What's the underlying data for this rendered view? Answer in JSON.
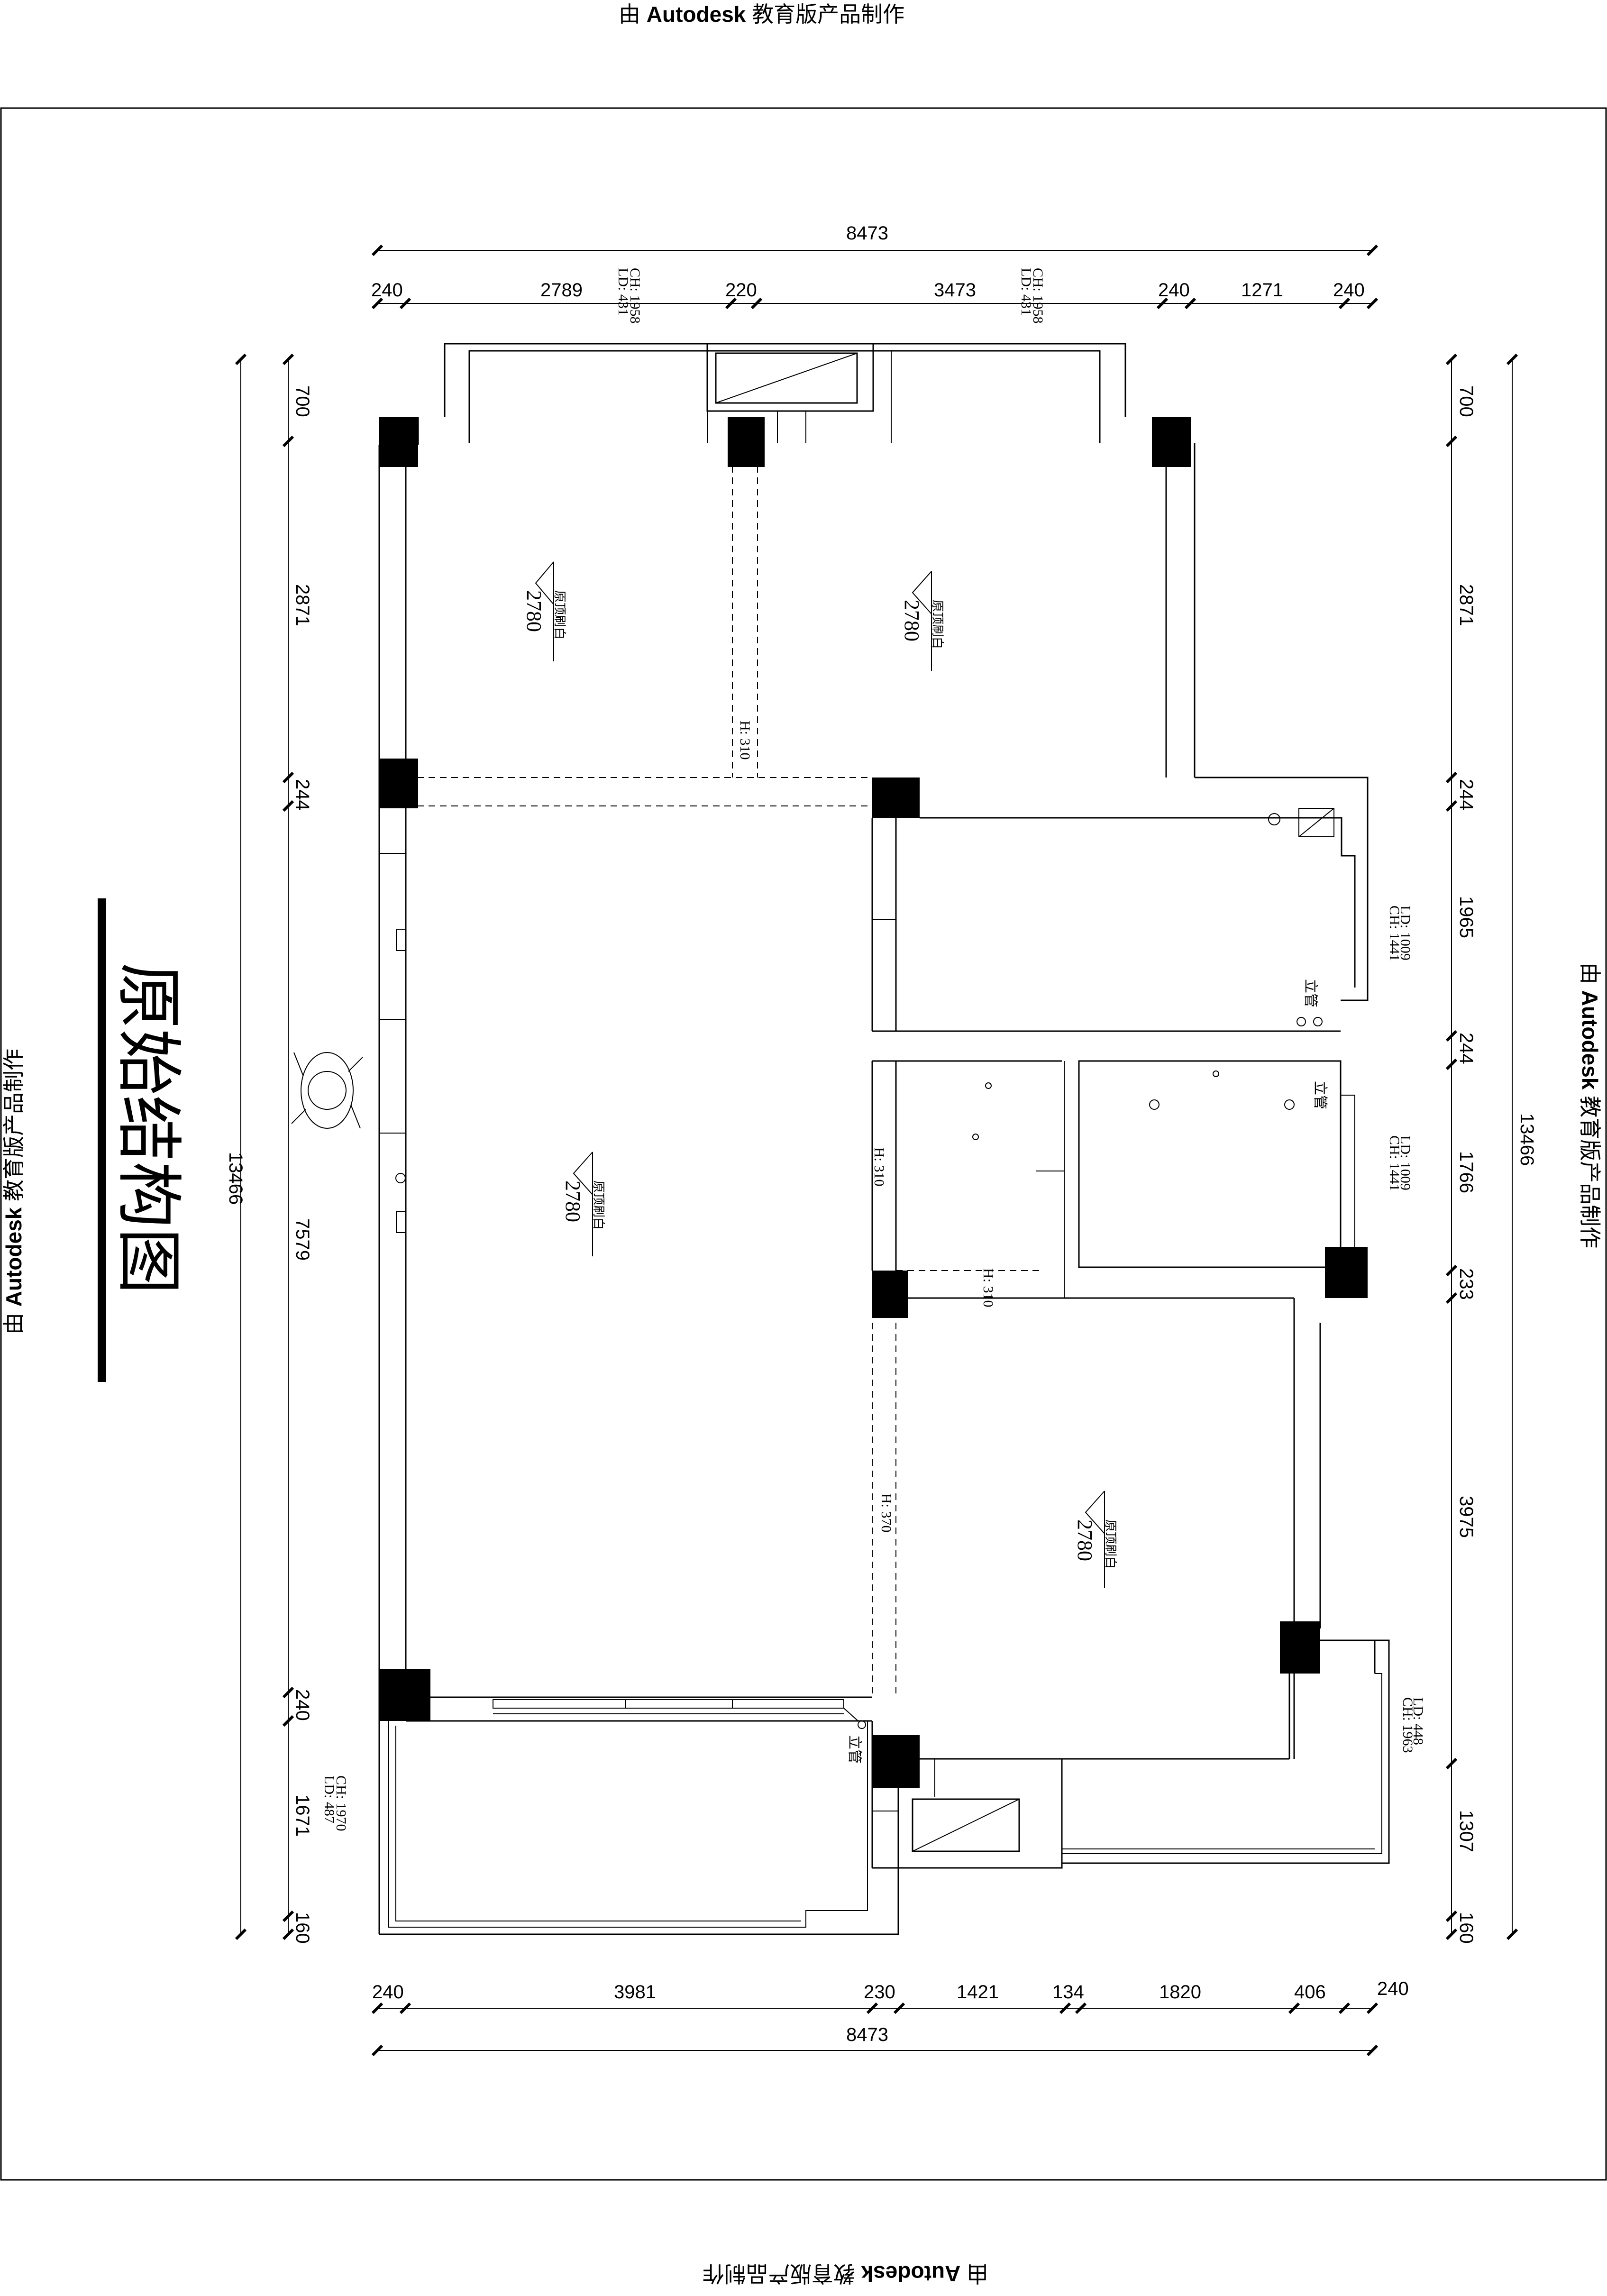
{
  "watermark": {
    "prefix": "由",
    "brand": "Autodesk",
    "suffix": "教育版产品制作"
  },
  "title": "原始结构图",
  "dims": {
    "top_total": "8473",
    "top": [
      "240",
      "2789",
      "220",
      "3473",
      "240",
      "1271",
      "240"
    ],
    "bottom_total": "8473",
    "bottom": [
      "240",
      "3981",
      "230",
      "1421",
      "134",
      "1820",
      "406",
      "240"
    ],
    "left_total": "13466",
    "left": [
      "700",
      "2871",
      "244",
      "7579",
      "240",
      "1671",
      "160"
    ],
    "right_total": "13466",
    "right": [
      "700",
      "2871",
      "244",
      "1965",
      "244",
      "1766",
      "233",
      "3975",
      "1307",
      "160"
    ]
  },
  "windows": {
    "top_left_ld": "LD: 431",
    "top_left_ch": "CH: 1958",
    "top_right_ld": "LD: 431",
    "top_right_ch": "CH: 1958",
    "right_upper_ld": "LD: 1009",
    "right_upper_ch": "CH: 1441",
    "right_mid_ld": "LD: 1009",
    "right_mid_ch": "CH: 1441",
    "right_lower_ld": "LD: 448",
    "right_lower_ch": "CH: 1963",
    "left_lower_ld": "LD: 487",
    "left_lower_ch": "CH: 1970"
  },
  "beams": {
    "b1": "H: 310",
    "b2": "H: 310",
    "b3": "H: 310",
    "b4": "H: 370"
  },
  "ceilings": {
    "label": "原顶刷白",
    "value": "2780"
  },
  "pipes": {
    "label": "立管"
  }
}
